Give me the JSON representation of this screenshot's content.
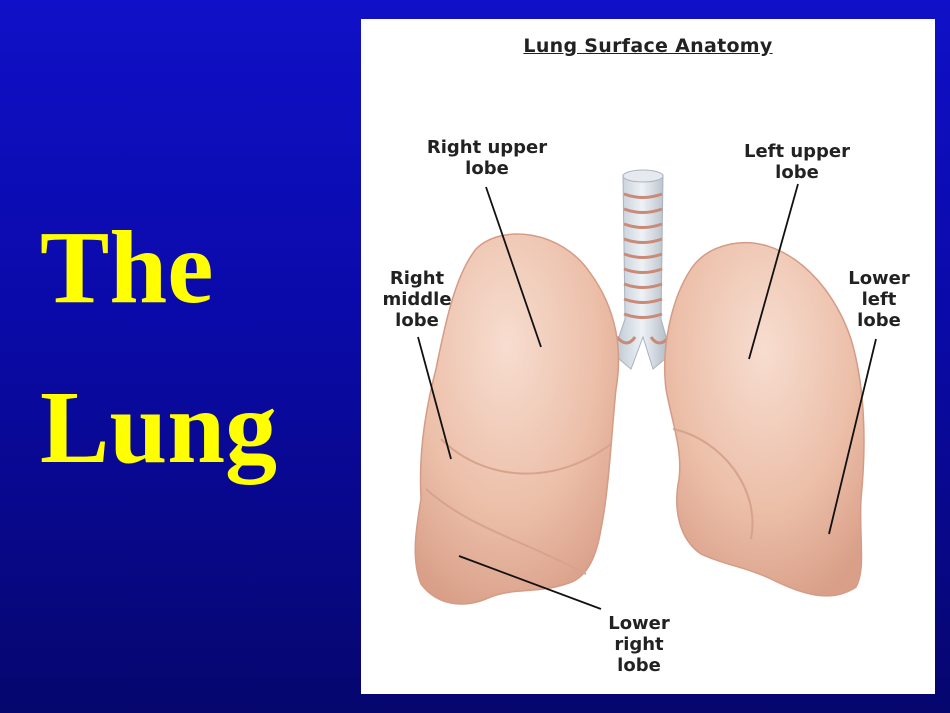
{
  "slide": {
    "title_line1": "The",
    "title_line2": "Lung"
  },
  "figure": {
    "title": "Lung Surface Anatomy",
    "labels": {
      "right_upper": "Right upper\nlobe",
      "left_upper": "Left upper\nlobe",
      "right_middle": "Right\nmiddle\nlobe",
      "lower_left": "Lower\nleft\nlobe",
      "lower_right": "Lower\nright\nlobe"
    }
  },
  "colors": {
    "background": "#0a0aa8",
    "title_text": "#ffff00",
    "lung_tissue": "#eec2ad",
    "trachea_ring": "#c98a78"
  }
}
